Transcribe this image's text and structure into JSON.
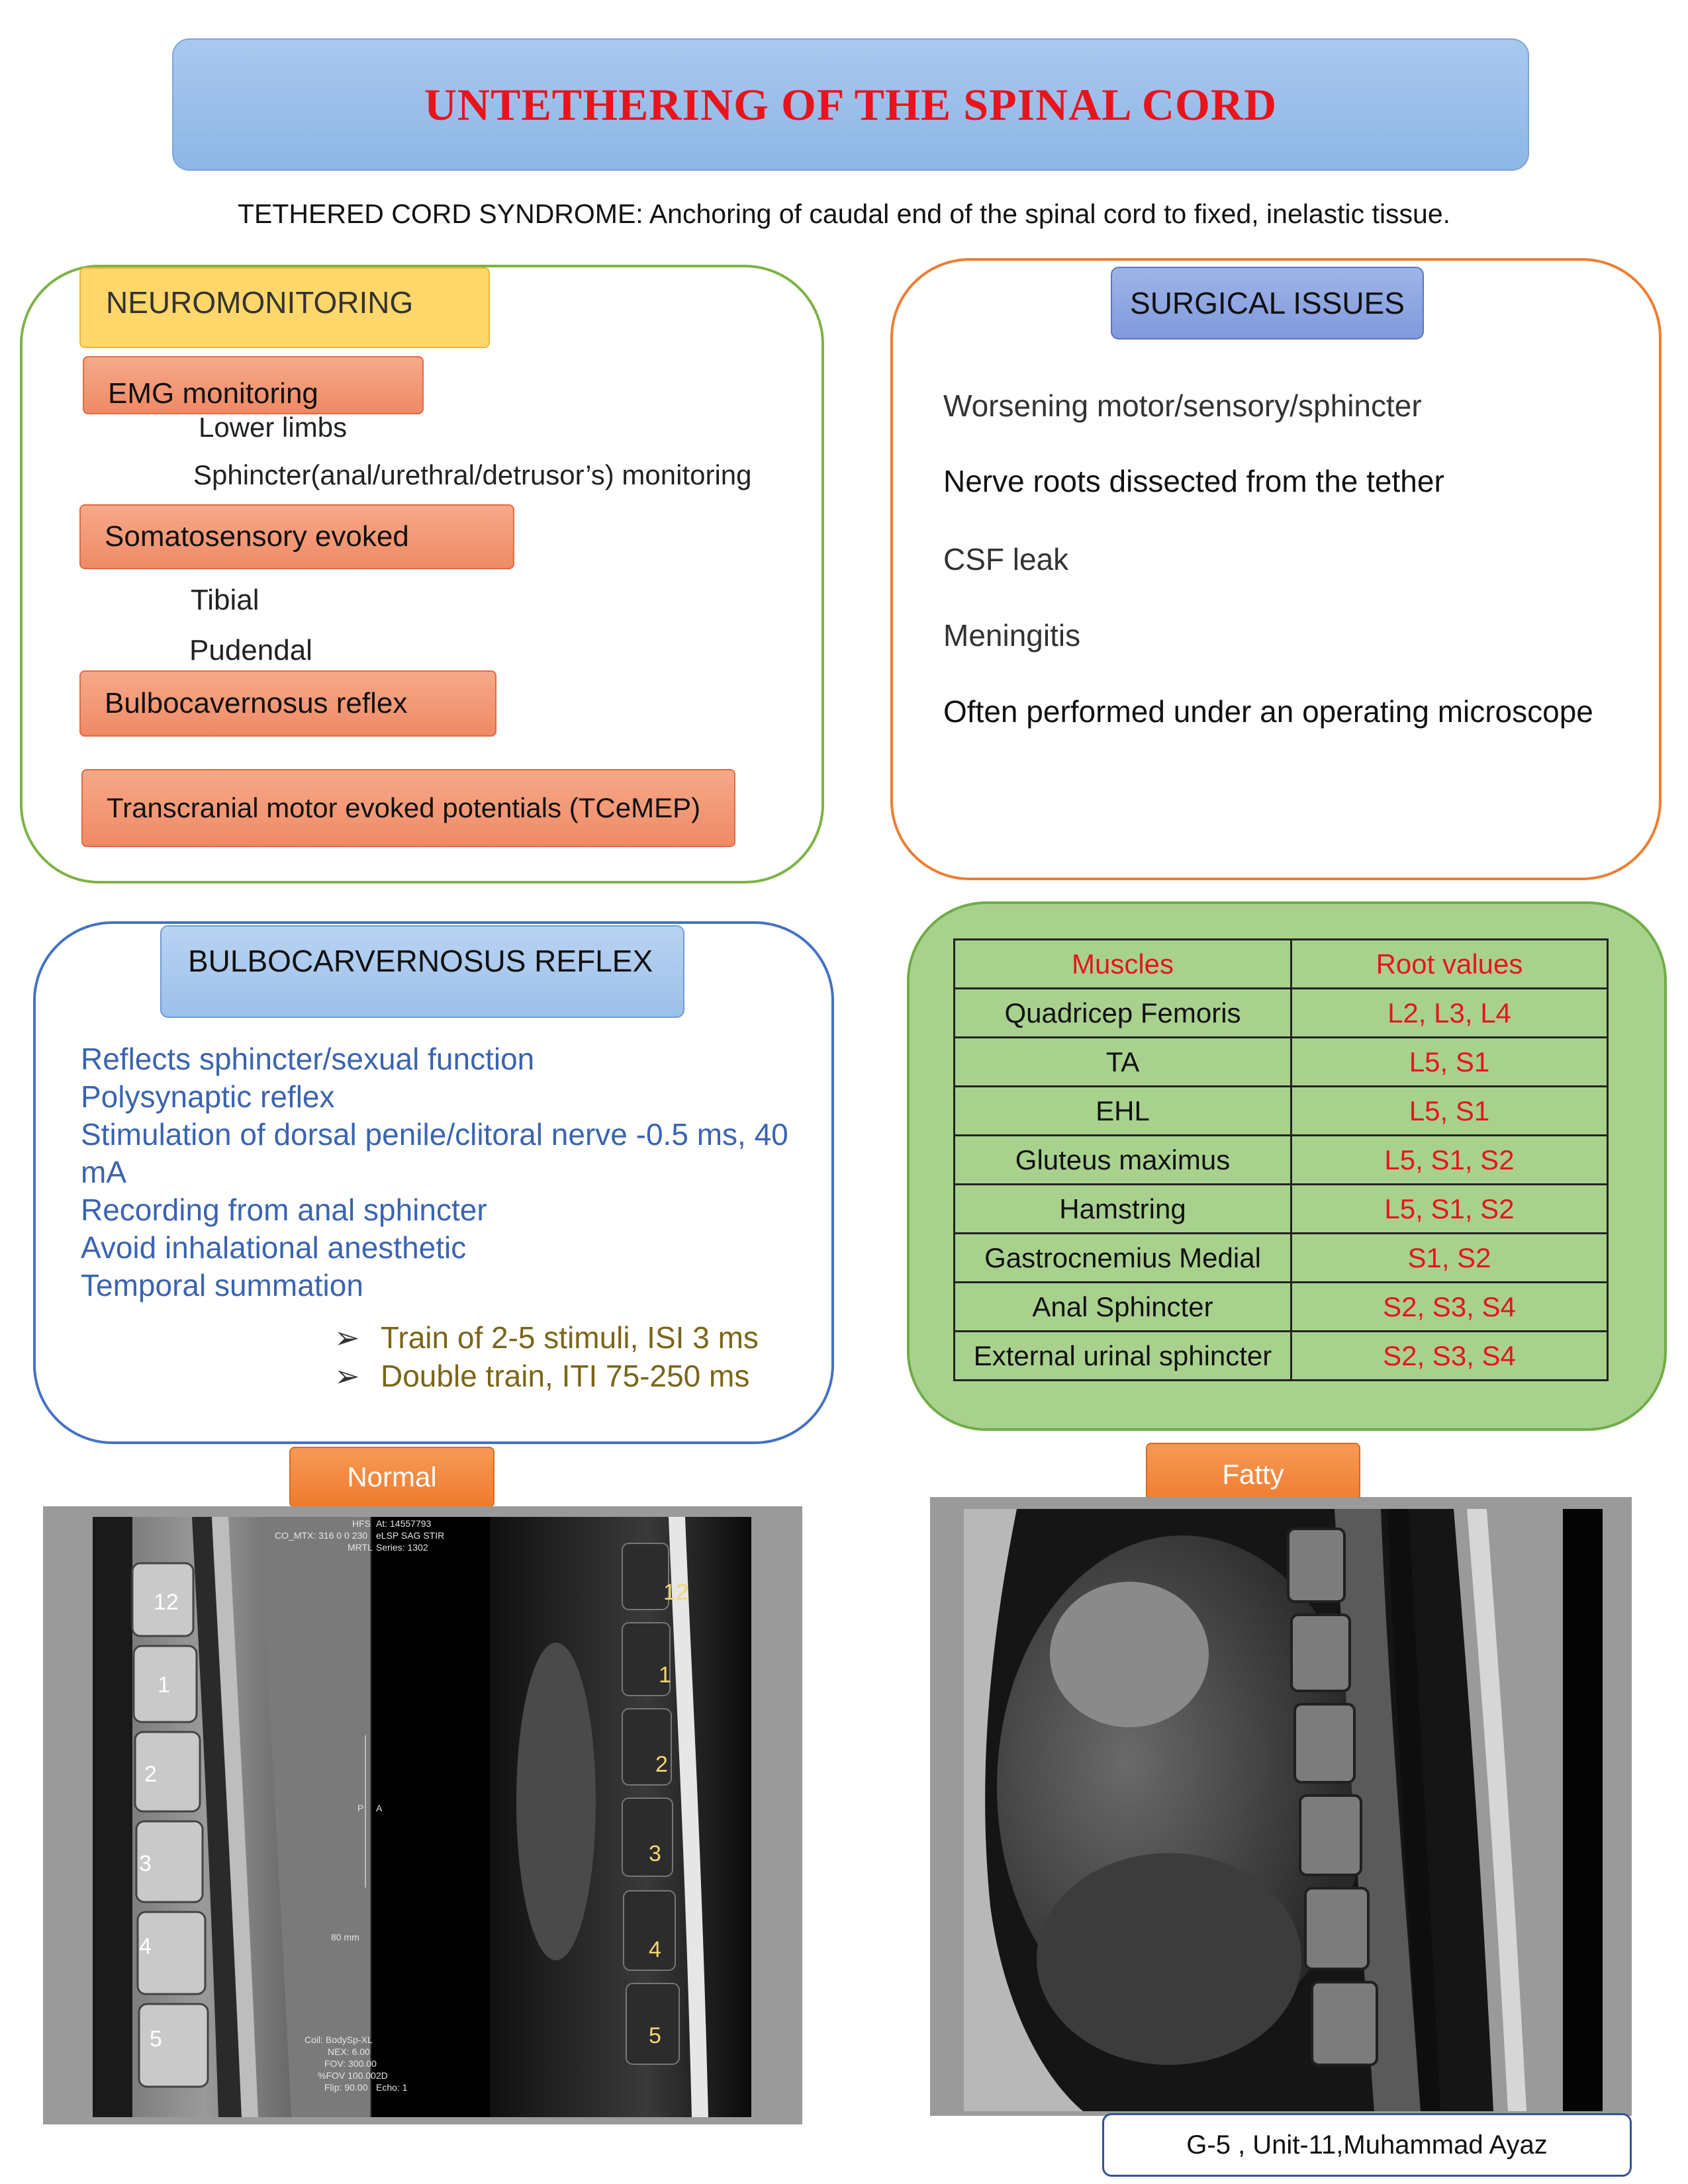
{
  "title": "UNTETHERING OF THE SPINAL CORD",
  "definition": "TETHERED CORD SYNDROME: Anchoring of caudal end of the spinal cord to fixed, inelastic tissue.",
  "neuromonitoring": {
    "header": "NEUROMONITORING",
    "emg": "EMG monitoring",
    "emg_items": [
      "Lower limbs",
      "Sphincter(anal/urethral/detrusor’s) monitoring"
    ],
    "ssep": "Somatosensory evoked",
    "ssep_items": [
      "Tibial",
      "Pudendal"
    ],
    "bcr": "Bulbocavernosus reflex",
    "tcemep": "Transcranial motor evoked potentials (TCeMEP)"
  },
  "surgical_issues": {
    "header": "SURGICAL ISSUES",
    "items": [
      "Worsening motor/sensory/sphincter",
      "Nerve roots dissected from the tether",
      "CSF leak",
      "Meningitis",
      "Often performed under an operating microscope"
    ]
  },
  "bulbocavernosus": {
    "header": "BULBOCARVERNOSUS REFLEX",
    "items": [
      "Reflects sphincter/sexual function",
      "Polysynaptic reflex",
      "Stimulation of dorsal penile/clitoral nerve -0.5 ms, 40 mA",
      "Recording from anal sphincter",
      "Avoid inhalational anesthetic",
      "Temporal summation"
    ],
    "sub_items": [
      "Train of 2-5 stimuli, ISI 3 ms",
      "Double train, ITI 75-250 ms"
    ]
  },
  "muscle_table": {
    "headers": [
      "Muscles",
      "Root values"
    ],
    "rows": [
      [
        "Quadricep Femoris",
        "L2, L3, L4"
      ],
      [
        "TA",
        "L5, S1"
      ],
      [
        "EHL",
        "L5, S1"
      ],
      [
        "Gluteus maximus",
        "L5, S1, S2"
      ],
      [
        "Hamstring",
        "L5, S1, S2"
      ],
      [
        "Gastrocnemius Medial",
        "S1, S2"
      ],
      [
        "Anal Sphincter",
        "S2, S3, S4"
      ],
      [
        "External urinal sphincter",
        "S2, S3, S4"
      ]
    ]
  },
  "images": {
    "normal_label": "Normal",
    "fatty_label": "Fatty",
    "normal_vertebrae_left": [
      "12",
      "1",
      "2",
      "3",
      "4",
      "5"
    ],
    "normal_vertebrae_right": [
      "12",
      "1",
      "2",
      "3",
      "4",
      "5"
    ],
    "scan_overlay": [
      "HFS",
      "CO_MTX: 316 0 0 230",
      "MRTL",
      "At: 14557793",
      "eLSP SAG STIR",
      "Series: 1302",
      "P",
      "A",
      "80 mm",
      "Coil: BodySp-XL",
      "NEX: 6.00",
      "FOV: 300.00",
      "%FOV 100.00",
      "Flip: 90.00",
      "2D",
      "Echo: 1"
    ]
  },
  "author": "G-5 , Unit-11,Muhammad Ayaz"
}
